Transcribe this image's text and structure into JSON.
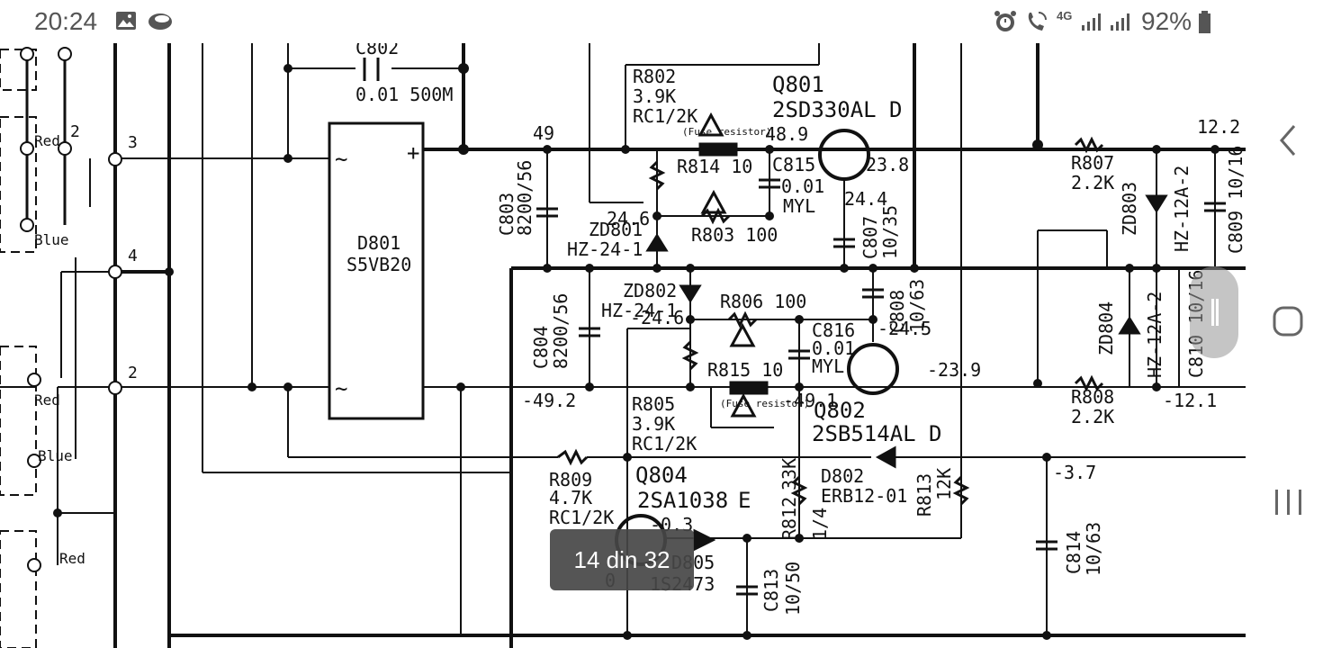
{
  "status_bar": {
    "time": "20:24",
    "icons_left": [
      "gallery-icon",
      "cloud-icon"
    ],
    "icons_right": [
      "alarm-icon",
      "wifi-call-icon",
      "4g-icon",
      "signal-icon",
      "signal-icon"
    ],
    "network_label": "4G",
    "battery_percent": "92%"
  },
  "navigation_bar": {
    "buttons": [
      "back-button",
      "home-button",
      "recents-button"
    ]
  },
  "viewer": {
    "page_indicator": "14 din 32"
  },
  "schematic": {
    "capacitors": {
      "c802": "C802",
      "c802_value": "0.01 500M",
      "c803": "C803",
      "c803_value": "8200/56",
      "c804": "C804",
      "c804_value": "8200/56",
      "c815": "C815",
      "c815_value": "0.01",
      "c815_type": "MYL",
      "c816": "C816",
      "c816_value": "0.01",
      "c816_type": "MYL",
      "c807": "C807",
      "c807_value": "10/35",
      "c808": "C808",
      "c808_value": "10/63",
      "c809": "C809 10/16",
      "c810": "C810 10/16",
      "c813": "C813",
      "c813_value": "10/50",
      "c814": "C814",
      "c814_value": "10/63"
    },
    "resistors": {
      "r802": "R802",
      "r802_value": "3.9K",
      "r802_type": "RC1/2K",
      "r814": "R814 10",
      "r803": "R803 100",
      "r806": "R806 100",
      "r815": "R815 10",
      "r805": "R805",
      "r805_value": "3.9K",
      "r805_type": "RC1/2K",
      "r809": "R809",
      "r809_value": "4.7K",
      "r809_type": "RC1/2K",
      "r807": "R807",
      "r807_value": "2.2K",
      "r808": "R808",
      "r808_value": "2.2K",
      "r812": "R812",
      "r812_value": "33K",
      "r812_power": "1/4",
      "r813": "R813",
      "r813_value": "12K",
      "fuse_label": "(Fuse resistor)"
    },
    "semiconductors": {
      "q801": "Q801",
      "q801_part": "2SD330AL",
      "q801_rank": "D",
      "q802": "Q802",
      "q802_part": "2SB514AL",
      "q802_rank": "D",
      "q804": "Q804",
      "q804_part": "2SA1038",
      "q804_rank": "E",
      "d801": "D801",
      "d801_part": "S5VB20",
      "d802": "D802",
      "d802_part": "ERB12-01",
      "d805": "D805",
      "d805_part": "1S2473",
      "zd801": "ZD801",
      "zd801_part": "HZ-24-1",
      "zd802": "ZD802",
      "zd802_part": "HZ-24-1",
      "zd803": "ZD803",
      "zd803_part": "HZ-12A-2",
      "zd804": "ZD804",
      "zd804_part": "HZ-12A-2"
    },
    "voltages": {
      "v49": "49",
      "v48_9": "48.9",
      "v23_8": "23.8",
      "v24_4": "24.4",
      "v24_6": "24.6",
      "vneg24_6": "-24.6",
      "vneg24_5": "-24.5",
      "vneg23_9": "-23.9",
      "vneg49_2": "-49.2",
      "vneg49_1": "-49.1",
      "v12_2": "12.2",
      "vneg12_1": "-12.1",
      "vneg3_7": "-3.7",
      "vneg0_3": "-0.3",
      "v0": "0"
    },
    "wires": {
      "red1": "Red",
      "blue1": "Blue",
      "red2": "Red",
      "blue2": "Blue",
      "red3": "Red"
    },
    "pins": {
      "p3": "3",
      "p4": "4",
      "p2": "2",
      "p2b": "2"
    },
    "symbols": {
      "plus": "+",
      "tilde": "~"
    }
  }
}
